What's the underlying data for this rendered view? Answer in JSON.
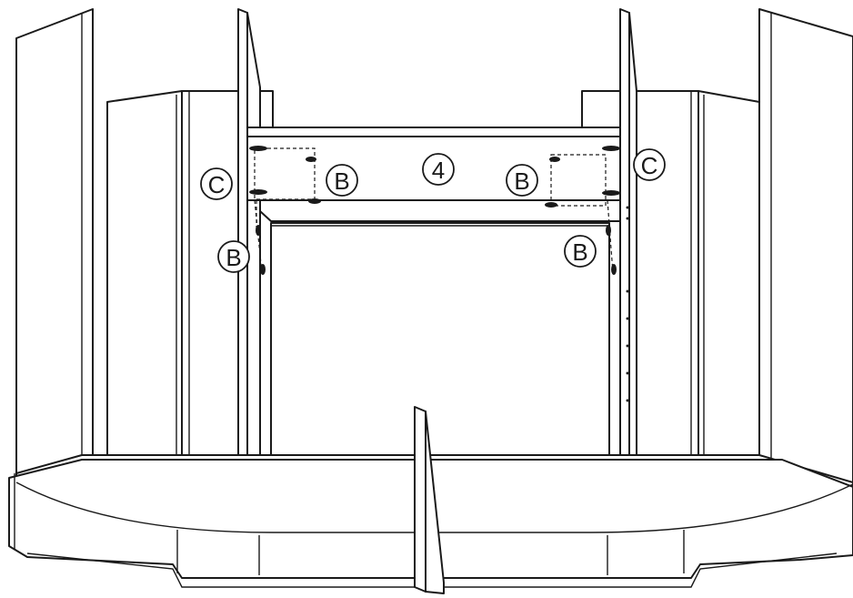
{
  "diagram": {
    "step_label": "4",
    "callouts": [
      {
        "id": "c-left",
        "text": "C"
      },
      {
        "id": "b-top-left",
        "text": "B"
      },
      {
        "id": "b-side-left",
        "text": "B"
      },
      {
        "id": "b-top-right",
        "text": "B"
      },
      {
        "id": "c-right",
        "text": "C"
      },
      {
        "id": "b-side-right",
        "text": "B"
      }
    ]
  }
}
